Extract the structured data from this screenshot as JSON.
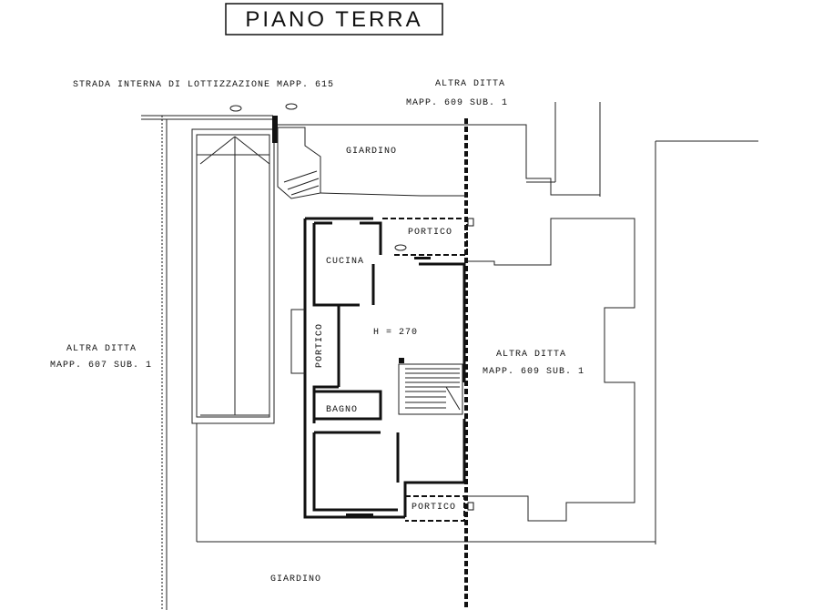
{
  "title": "PIANO TERRA",
  "labels": {
    "strada": "STRADA INTERNA DI LOTTIZZAZIONE MAPP. 615",
    "ditta_top_1": "ALTRA DITTA",
    "ditta_top_2": "MAPP. 609 SUB. 1",
    "ditta_left_1": "ALTRA DITTA",
    "ditta_left_2": "MAPP. 607 SUB. 1",
    "ditta_right_1": "ALTRA DITTA",
    "ditta_right_2": "MAPP. 609 SUB. 1",
    "giardino_top": "GIARDINO",
    "giardino_bottom": "GIARDINO",
    "portico_top": "PORTICO",
    "portico_left": "PORTICO",
    "portico_bottom": "PORTICO",
    "cucina": "CUCINA",
    "bagno": "BAGNO",
    "height": "H = 270"
  }
}
